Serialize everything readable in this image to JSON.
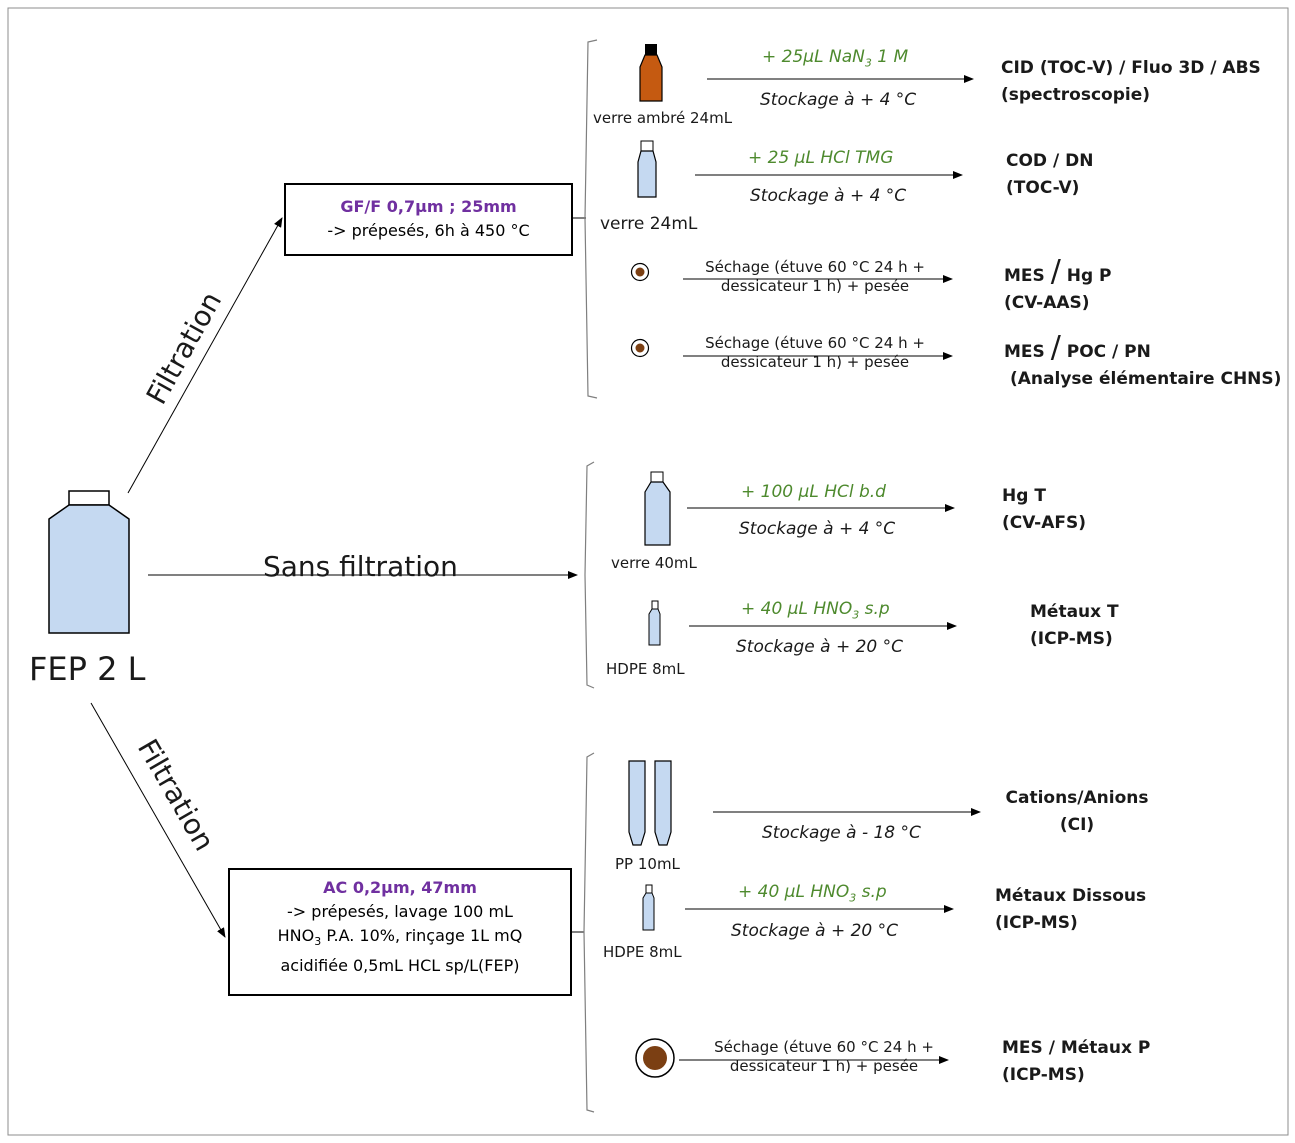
{
  "source": {
    "label": "FEP 2 L"
  },
  "paths": {
    "filtration_top": "Filtration",
    "sans_filtration": "Sans filtration",
    "filtration_bottom": "Filtration"
  },
  "filter_boxes": {
    "gff": {
      "title": "GF/F 0,7µm ; 25mm",
      "line1": "-> prépesés, 6h à 450 °C"
    },
    "ac": {
      "title": "AC 0,2µm, 47mm",
      "line1": "-> prépesés, lavage 100 mL",
      "line2_prefix": "HNO",
      "line2_sub": "3",
      "line2_rest": " P.A. 10%, rinçage 1L mQ",
      "line3": "acidifiée 0,5mL HCL sp/L(FEP)"
    }
  },
  "containers": {
    "verre_ambre": "verre ambré 24mL",
    "verre_24": "verre 24mL",
    "verre_40": "verre 40mL",
    "hdpe_1": "HDPE 8mL",
    "pp_10": "PP 10mL",
    "hdpe_2": "HDPE 8mL"
  },
  "additions": {
    "nan3_prefix": "+ 25µL NaN",
    "nan3_sub": "3",
    "nan3_suffix": " 1 M",
    "hcl_tmg": "+ 25 µL HCl TMG",
    "hcl_bd": "+ 100 µL HCl b.d",
    "hno3_1_prefix": "+ 40 µL HNO",
    "hno3_1_sub": "3",
    "hno3_1_suffix": " s.p",
    "hno3_2_prefix": "+ 40 µL HNO",
    "hno3_2_sub": "3",
    "hno3_2_suffix": " s.p"
  },
  "storage": {
    "s1": "Stockage à + 4 °C",
    "s2": "Stockage à + 4 °C",
    "s3": "Stockage à + 4 °C",
    "s4": "Stockage à + 20 °C",
    "s5": "Stockage à - 18 °C",
    "s6": "Stockage à + 20 °C"
  },
  "drying": {
    "d1_line1": "Séchage (étuve 60 °C 24 h +",
    "d1_line2": "dessicateur 1 h) + pesée",
    "d2_line1": "Séchage (étuve 60 °C 24 h +",
    "d2_line2": "dessicateur 1 h) + pesée",
    "d3_line1": "Séchage (étuve 60 °C 24 h +",
    "d3_line2": "dessicateur 1 h) + pesée"
  },
  "results": {
    "r1_line1": "CID (TOC-V) / Fluo 3D / ABS",
    "r1_line2": "(spectroscopie)",
    "r2_line1": "COD / DN",
    "r2_line2": "(TOC-V)",
    "r3_a": "MES",
    "r3_slash": "/",
    "r3_b": "Hg P",
    "r3_line2": "(CV-AAS)",
    "r4_a": "MES",
    "r4_slash": "/",
    "r4_b": "POC / PN",
    "r4_line2": "(Analyse élémentaire CHNS)",
    "r5_line1": "Hg T",
    "r5_line2": "(CV-AFS)",
    "r6_line1": "Métaux T",
    "r6_line2": "(ICP-MS)",
    "r7_line1": "Cations/Anions",
    "r7_line2": "(CI)",
    "r8_line1": "Métaux Dissous",
    "r8_line2": "(ICP-MS)",
    "r9_line1": "MES / Métaux P",
    "r9_line2": "(ICP-MS)"
  },
  "colors": {
    "bottle_fill": "#c5d9f1",
    "amber": "#c55a11",
    "filter_brown": "#7b3f13",
    "title_purple": "#7030a0",
    "addition_green": "#4e8a2e"
  }
}
